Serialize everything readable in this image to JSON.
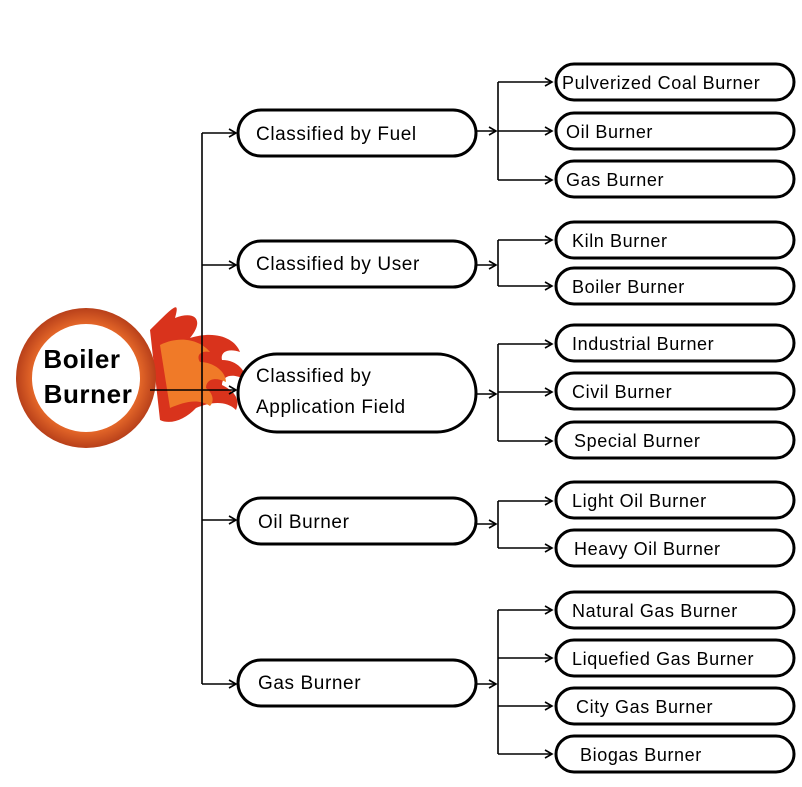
{
  "root": {
    "line1": "Boiler",
    "line2": "Burner"
  },
  "categories": [
    {
      "label": "Classified by Fuel",
      "children": [
        "Pulverized Coal Burner",
        "Oil Burner",
        "Gas Burner"
      ]
    },
    {
      "label": "Classified by User",
      "children": [
        "Kiln Burner",
        "Boiler Burner"
      ]
    },
    {
      "label_lines": [
        "Classified by",
        "Application Field"
      ],
      "children": [
        "Industrial Burner",
        "Civil Burner",
        "Special Burner"
      ]
    },
    {
      "label": "Oil Burner",
      "children": [
        "Light Oil Burner",
        "Heavy Oil Burner"
      ]
    },
    {
      "label": "Gas Burner",
      "children": [
        "Natural Gas Burner",
        "Liquefied Gas Burner",
        "City Gas Burner",
        "Biogas Burner"
      ]
    }
  ],
  "colors": {
    "ring": "#c8501f",
    "flame_outer": "#d9331c",
    "flame_inner": "#f07a28",
    "stroke": "#000000"
  }
}
